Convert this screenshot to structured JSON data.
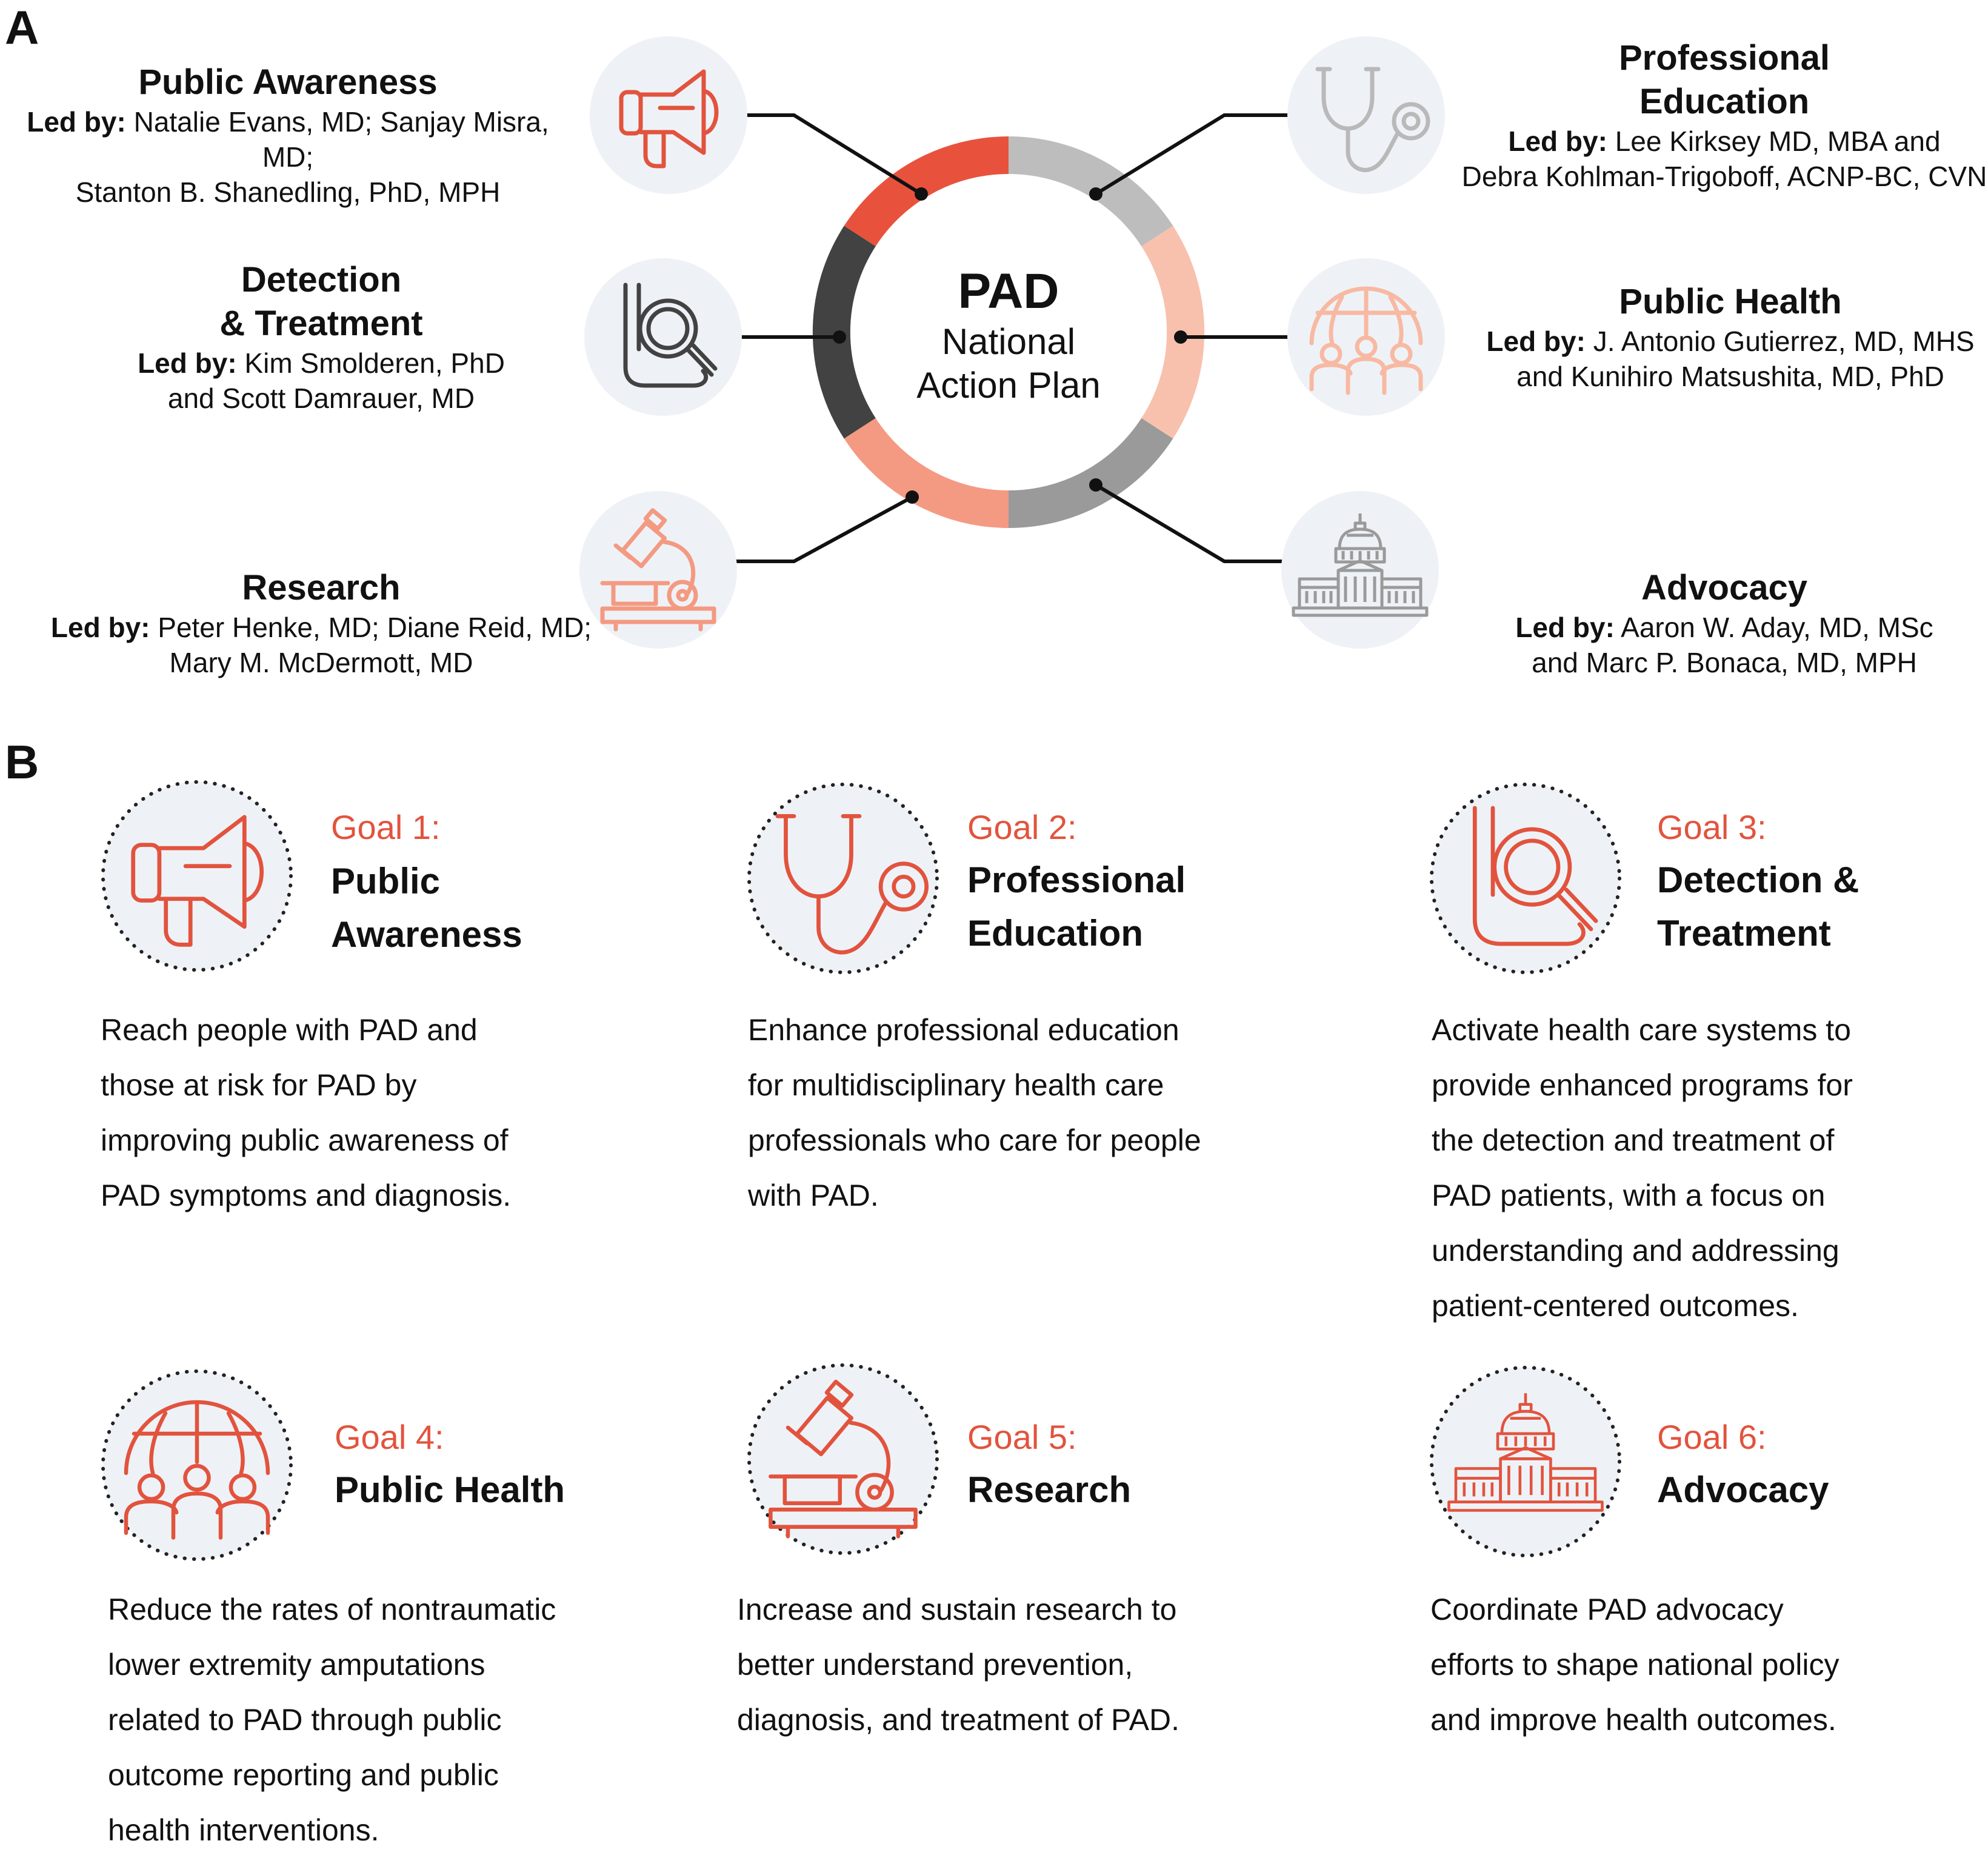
{
  "panel_a": {
    "letter": "A",
    "center": {
      "title": "PAD",
      "line1": "National",
      "line2": "Action Plan"
    },
    "ring_colors": {
      "public_awareness": "#e8523c",
      "professional_education": "#bdbdbd",
      "public_health": "#f8c1ad",
      "advocacy": "#9a9a9a",
      "research": "#f49a82",
      "detection_treatment": "#424242"
    },
    "teams": [
      {
        "id": "public-awareness",
        "name_lines": [
          "Public Awareness"
        ],
        "led_by_label": "Led by:",
        "lead_lines": [
          "Natalie Evans, MD; Sanjay Misra, MD;",
          "Stanton B. Shanedling, PhD, MPH"
        ],
        "icon": "megaphone-icon"
      },
      {
        "id": "detection-treatment",
        "name_lines": [
          "Detection",
          "& Treatment"
        ],
        "led_by_label": "Led by:",
        "lead_lines": [
          "Kim Smolderen, PhD",
          "and Scott Damrauer, MD"
        ],
        "icon": "foot-magnifier-icon"
      },
      {
        "id": "research",
        "name_lines": [
          "Research"
        ],
        "led_by_label": "Led by:",
        "lead_lines": [
          "Peter Henke, MD; Diane Reid, MD;",
          "Mary M. McDermott, MD"
        ],
        "icon": "microscope-icon"
      },
      {
        "id": "professional-education",
        "name_lines": [
          "Professional",
          "Education"
        ],
        "led_by_label": "Led by:",
        "lead_lines": [
          "Lee Kirksey MD, MBA and",
          "Debra Kohlman-Trigoboff, ACNP-BC, CVN"
        ],
        "icon": "stethoscope-icon"
      },
      {
        "id": "public-health",
        "name_lines": [
          "Public Health"
        ],
        "led_by_label": "Led by:",
        "lead_lines": [
          "J. Antonio Gutierrez, MD, MHS",
          "and Kunihiro Matsushita, MD, PhD"
        ],
        "icon": "globe-people-icon"
      },
      {
        "id": "advocacy",
        "name_lines": [
          "Advocacy"
        ],
        "led_by_label": "Led by:",
        "lead_lines": [
          "Aaron W. Aday, MD, MSc",
          "and Marc P. Bonaca, MD, MPH"
        ],
        "icon": "capitol-icon"
      }
    ]
  },
  "panel_b": {
    "letter": "B",
    "goals": [
      {
        "label": "Goal 1:",
        "title_lines": [
          "Public",
          "Awareness"
        ],
        "icon": "megaphone-icon",
        "desc_lines": [
          "Reach people with PAD and",
          "those at risk for PAD by",
          "improving public awareness of",
          "PAD symptoms and diagnosis."
        ]
      },
      {
        "label": "Goal 2:",
        "title_lines": [
          "Professional",
          "Education"
        ],
        "icon": "stethoscope-icon",
        "desc_lines": [
          "Enhance professional education",
          "for multidisciplinary health care",
          "professionals who care for people",
          "with PAD."
        ]
      },
      {
        "label": "Goal 3:",
        "title_lines": [
          "Detection &",
          "Treatment"
        ],
        "icon": "foot-magnifier-icon",
        "desc_lines": [
          "Activate health care systems to",
          "provide enhanced programs for",
          "the detection and treatment of",
          "PAD patients, with a focus on",
          "understanding and addressing",
          "patient-centered outcomes."
        ]
      },
      {
        "label": "Goal 4:",
        "title_lines": [
          "Public Health"
        ],
        "icon": "globe-people-icon",
        "desc_lines": [
          "Reduce the rates of nontraumatic",
          "lower extremity amputations",
          "related to PAD through public",
          "outcome reporting and public",
          "health interventions."
        ]
      },
      {
        "label": "Goal 5:",
        "title_lines": [
          "Research"
        ],
        "icon": "microscope-icon",
        "desc_lines": [
          "Increase and sustain research to",
          "better understand prevention,",
          "diagnosis, and treatment of PAD."
        ]
      },
      {
        "label": "Goal 6:",
        "title_lines": [
          "Advocacy"
        ],
        "icon": "capitol-icon",
        "desc_lines": [
          "Coordinate PAD advocacy",
          "efforts to shape national policy",
          "and improve health outcomes."
        ]
      }
    ],
    "accent_color": "#e2533d"
  }
}
